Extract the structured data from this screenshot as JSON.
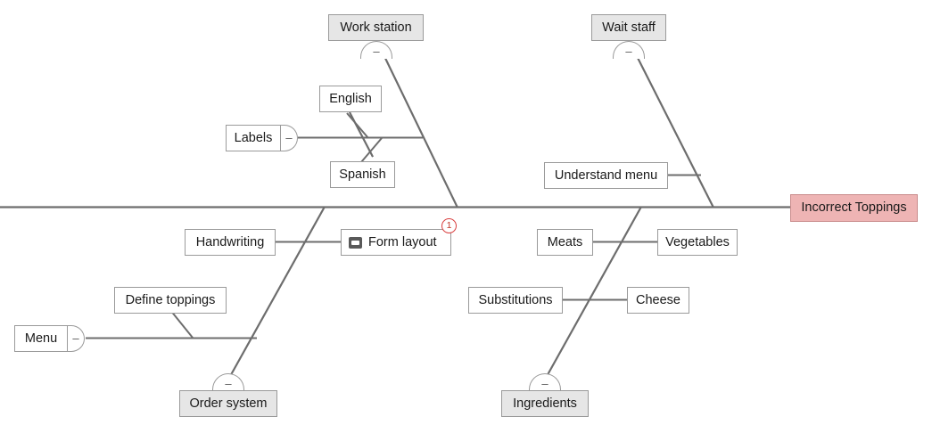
{
  "diagram": {
    "type": "fishbone",
    "head": {
      "label": "Incorrect Toppings",
      "fill": "#eeb4b4",
      "border": "#c98b8b"
    },
    "spine_color": "#6d6d6d",
    "bone_color": "#6d6d6d",
    "node_border": "#9a9a9a",
    "category_fill": "#e6e6e6"
  },
  "categories": [
    {
      "label": "Work station",
      "position": "top"
    },
    {
      "label": "Wait staff",
      "position": "top"
    },
    {
      "label": "Order system",
      "position": "bottom"
    },
    {
      "label": "Ingredients",
      "position": "bottom"
    }
  ],
  "causes": {
    "work_station": [
      {
        "label": "Labels"
      },
      {
        "label": "English"
      },
      {
        "label": "Spanish"
      }
    ],
    "wait_staff": [
      {
        "label": "Understand menu"
      }
    ],
    "order_system": [
      {
        "label": "Handwriting"
      },
      {
        "label": "Form layout",
        "icon": "note-icon",
        "comment_count": "1"
      },
      {
        "label": "Menu"
      },
      {
        "label": "Define toppings"
      }
    ],
    "ingredients": [
      {
        "label": "Meats"
      },
      {
        "label": "Vegetables"
      },
      {
        "label": "Substitutions"
      },
      {
        "label": "Cheese"
      }
    ]
  },
  "controls": {
    "collapse_glyph": "–"
  }
}
